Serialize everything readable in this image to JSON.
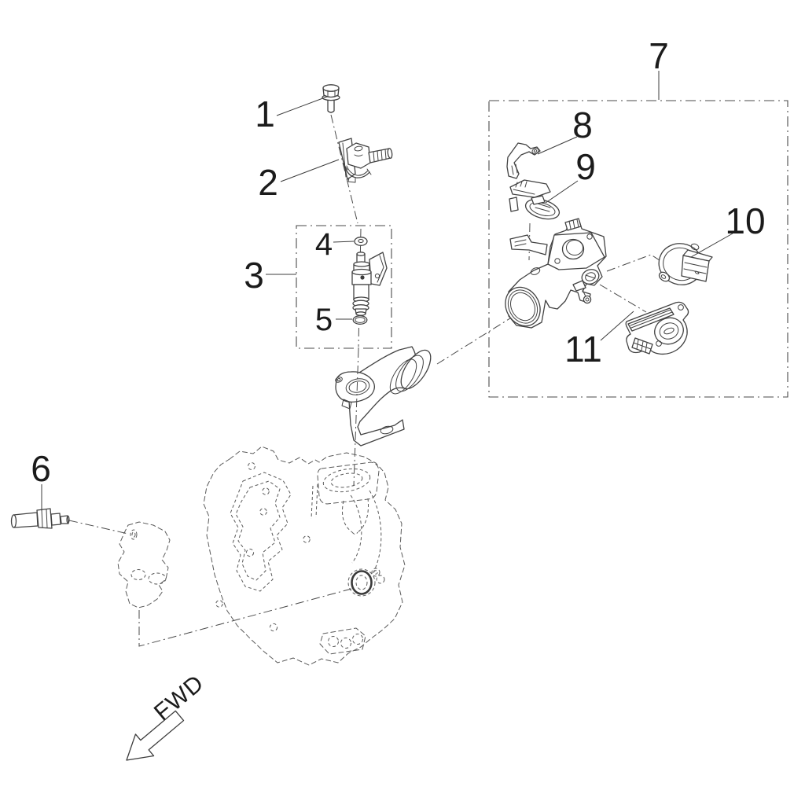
{
  "canvas": {
    "background": "#ffffff",
    "solid_line_color": "#424242",
    "hidden_line_color": "#5a5a5a",
    "label_color": "#1b1b1b"
  },
  "part_labels": {
    "part_1": "1",
    "part_2": "2",
    "part_3": "3",
    "part_4": "4",
    "part_5": "5",
    "part_6": "6",
    "part_7": "7",
    "part_8": "8",
    "part_9": "9",
    "part_10": "10",
    "part_11": "11"
  },
  "direction_indicator": {
    "label": "FWD"
  },
  "assembly_groups": {
    "box_3_contains": [
      "4",
      "5"
    ],
    "box_7_contains": [
      "8",
      "9",
      "10",
      "11"
    ]
  }
}
